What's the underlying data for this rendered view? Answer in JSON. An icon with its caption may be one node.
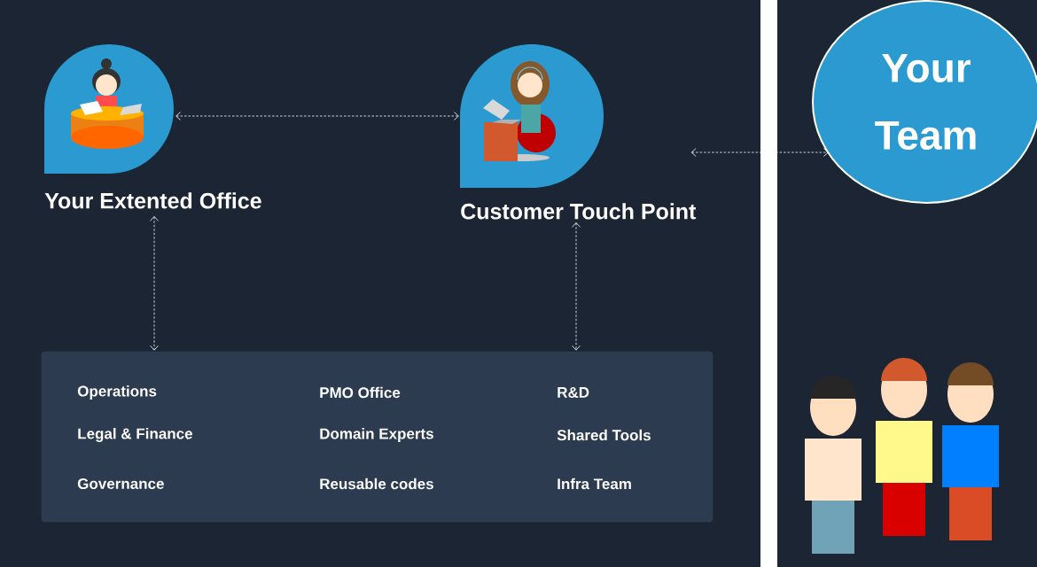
{
  "diagram": {
    "nodes": [
      {
        "text": [
          "Your Extented Office"
        ]
      },
      {
        "text": [
          "Customer Touch Point"
        ]
      },
      {
        "text": [
          "Your Team"
        ]
      },
      {
        "text": [
          "Operations",
          "PMO Office",
          "R&D",
          "Legal & Finance",
          "Domain Experts",
          "Shared Tools",
          "Governance",
          "Reusable codes",
          "Infra Team"
        ]
      }
    ],
    "edges": [
      {
        "from": 0,
        "to": 1,
        "arrow": "both",
        "style": "dashed"
      },
      {
        "from": 1,
        "to": 2,
        "arrow": "both",
        "style": "dashed"
      },
      {
        "from": 0,
        "to": 3,
        "arrow": "both",
        "style": "dashed"
      },
      {
        "from": 1,
        "to": 3,
        "arrow": "both",
        "style": "dashed"
      }
    ]
  }
}
